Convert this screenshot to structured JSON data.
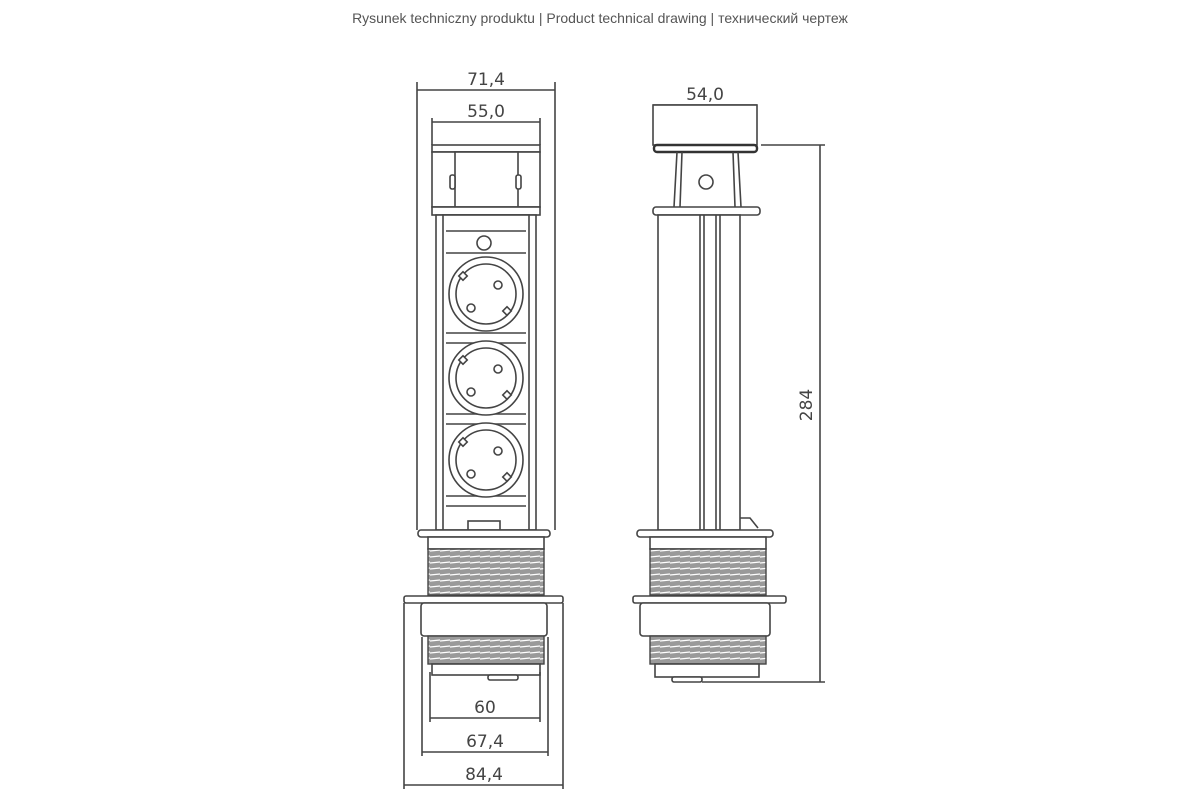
{
  "title": "Rysunek techniczny produktu | Product technical drawing | технический чертеж",
  "front_view": {
    "dim_outer_top": "71,4",
    "dim_inner_top": "55,0",
    "dim_bottom_1": "60",
    "dim_bottom_2": "67,4",
    "dim_bottom_3": "84,4"
  },
  "side_view": {
    "dim_top": "54,0",
    "dim_height": "284"
  }
}
